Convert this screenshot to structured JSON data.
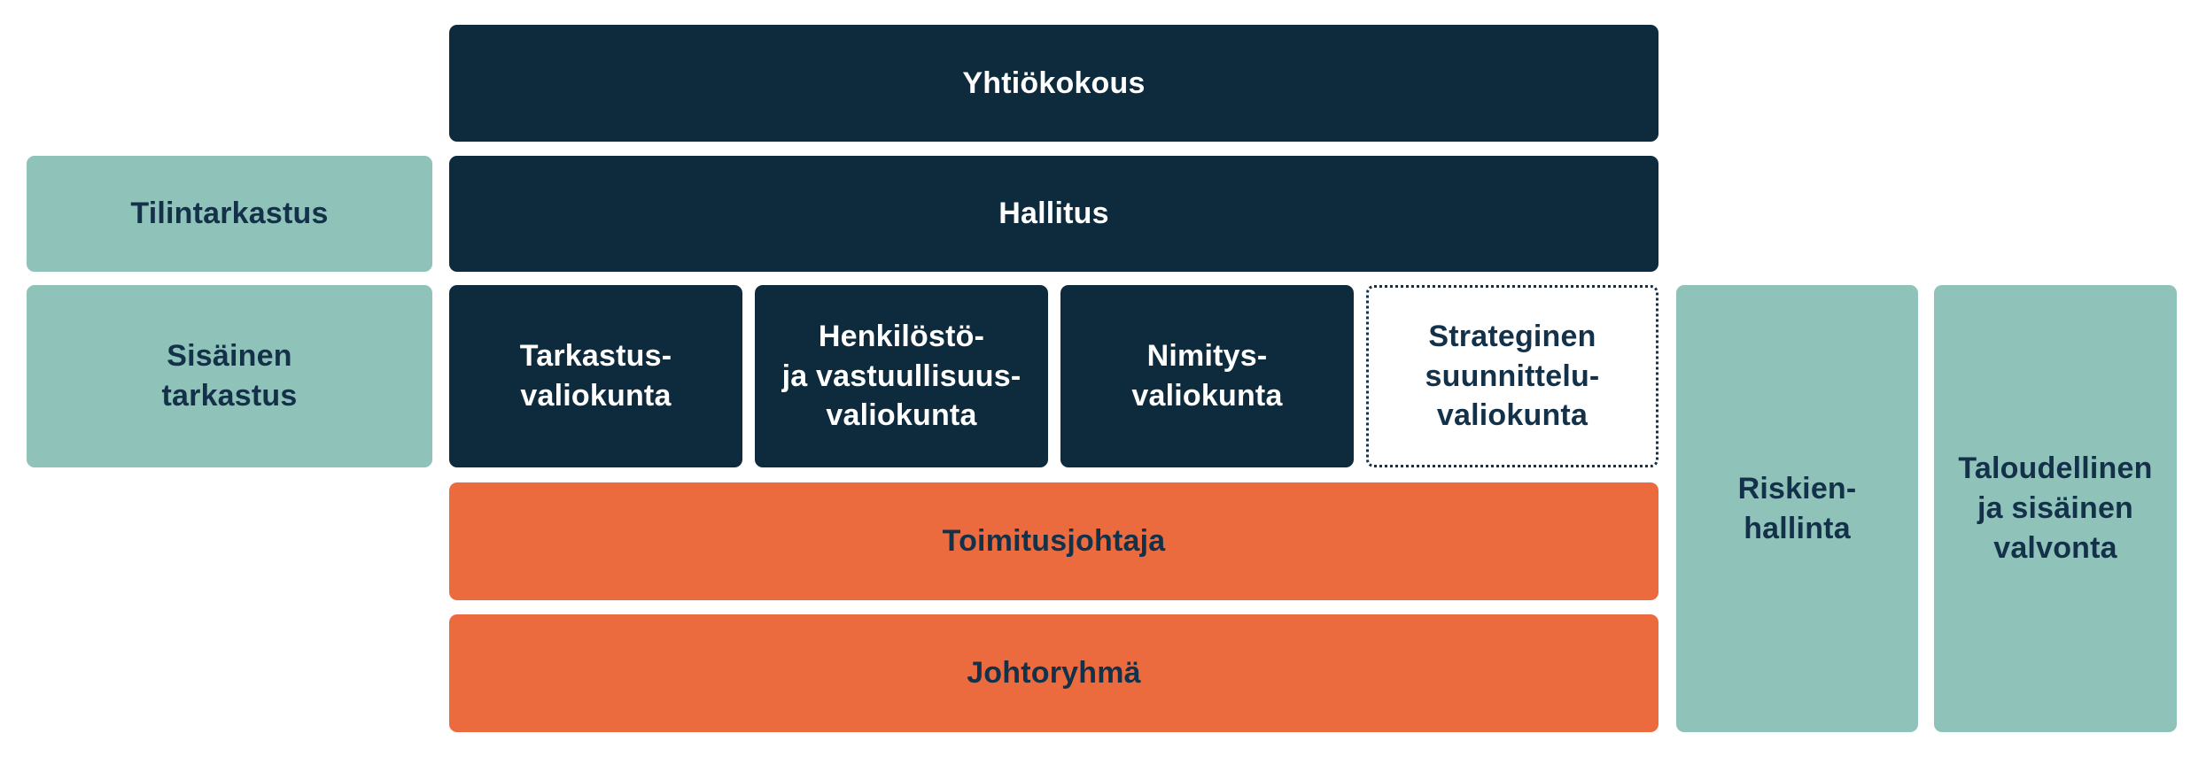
{
  "colors": {
    "navy": "#0e2b3d",
    "teal": "#8fc2b9",
    "orange": "#ec6b3e",
    "text_dark": "#14314a",
    "text_light": "#ffffff",
    "background": "#ffffff"
  },
  "nodes": {
    "yhtiokokous": {
      "label": "Yhtiökokous"
    },
    "hallitus": {
      "label": "Hallitus"
    },
    "tilintarkastus": {
      "label": "Tilintarkastus"
    },
    "sisainen_tarkastus": {
      "label": "Sisäinen\ntarkastus"
    },
    "tarkastusvaliokunta": {
      "label": "Tarkastus-\nvaliokunta"
    },
    "henkilosto_valiokunta": {
      "label": "Henkilöstö-\nja vastuullisuus-\nvaliokunta"
    },
    "nimitysvaliokunta": {
      "label": "Nimitys-\nvaliokunta"
    },
    "strateginen_valiokunta": {
      "label": "Strateginen\nsuunnittelu-\nvaliokunta"
    },
    "toimitusjohtaja": {
      "label": "Toimitusjohtaja"
    },
    "johtoryhma": {
      "label": "Johtoryhmä"
    },
    "riskienhallinta": {
      "label": "Riskien-\nhallinta"
    },
    "taloudellinen_valvonta": {
      "label": "Taloudellinen\nja sisäinen\nvalvonta"
    }
  }
}
